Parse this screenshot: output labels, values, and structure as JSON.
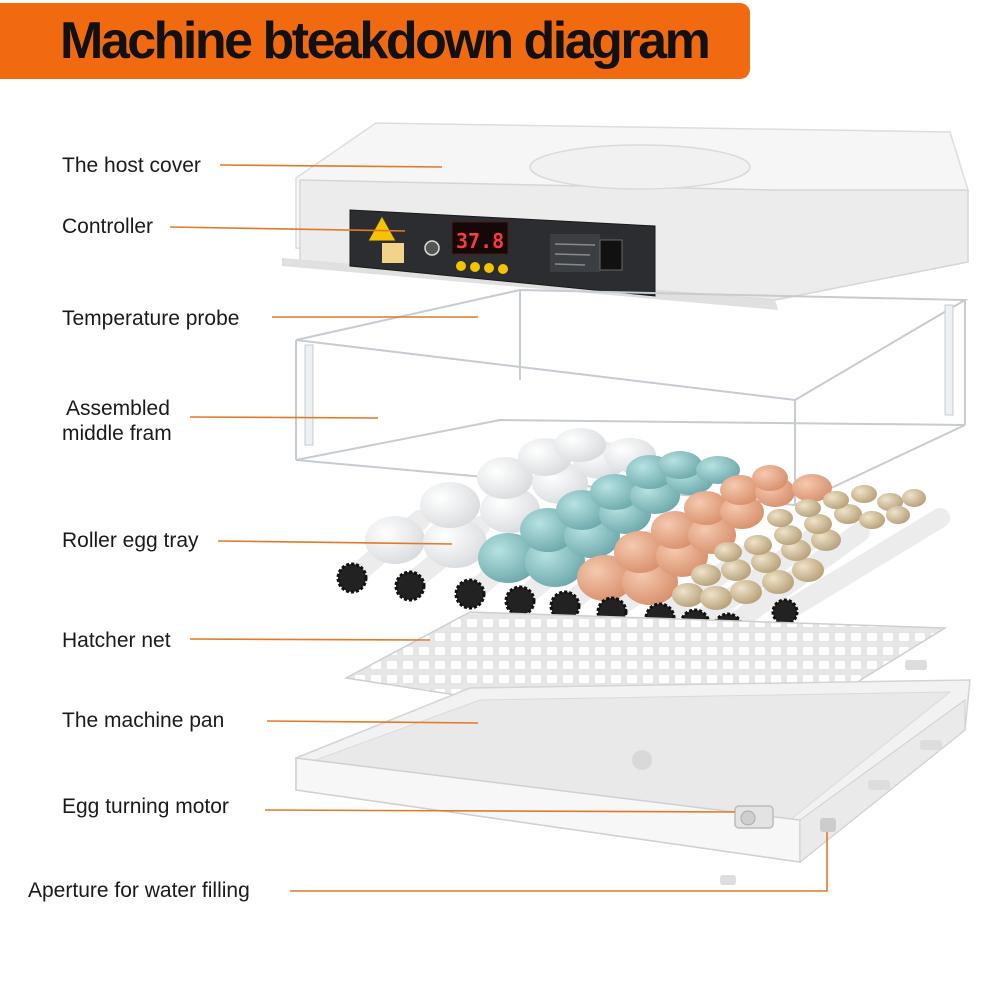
{
  "title": "Machine bteakdown diagram",
  "colors": {
    "banner": "#f26a10",
    "leader_line": "#e07a28"
  },
  "parts": [
    {
      "id": "host-cover",
      "label": "The host cover"
    },
    {
      "id": "controller",
      "label": "Controller",
      "display": "37.8",
      "warning_icon": "warning-icon"
    },
    {
      "id": "temperature-probe",
      "label": "Temperature probe"
    },
    {
      "id": "middle-frame",
      "label_line1": "Assembled",
      "label_line2": "middle fram"
    },
    {
      "id": "roller-egg-tray",
      "label": "Roller egg tray"
    },
    {
      "id": "hatcher-net",
      "label": "Hatcher net"
    },
    {
      "id": "machine-pan",
      "label": "The machine pan"
    },
    {
      "id": "egg-turning-motor",
      "label": "Egg turning motor"
    },
    {
      "id": "water-aperture",
      "label": "Aperture for water filling"
    }
  ]
}
